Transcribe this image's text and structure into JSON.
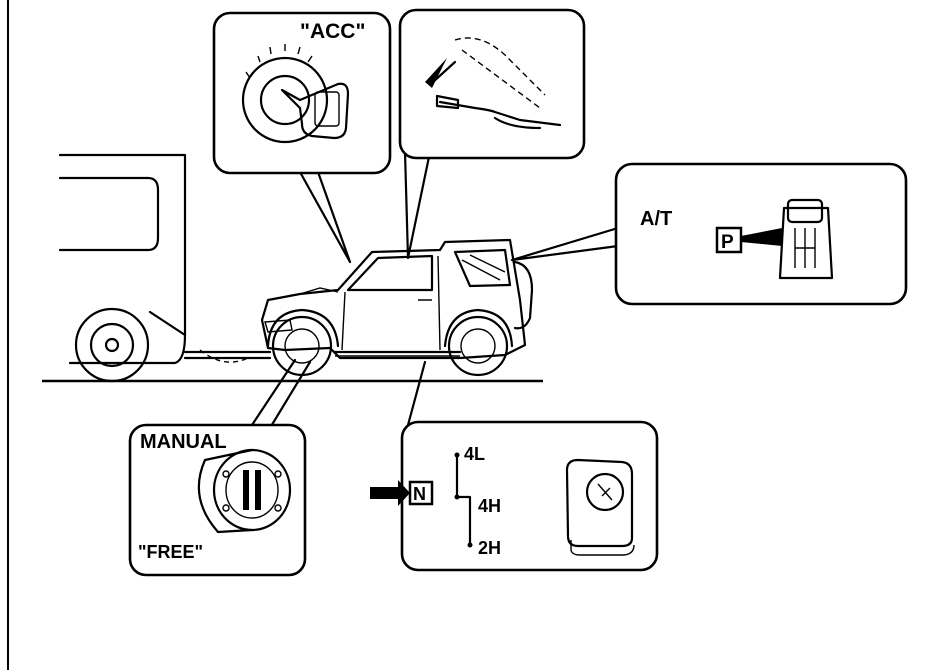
{
  "colors": {
    "ink": "#000000",
    "paper": "#ffffff"
  },
  "labels": {
    "ignition_position": "\"ACC\"",
    "transmission": "A/T",
    "park_gear": "P",
    "hub_type": "MANUAL",
    "hub_position": "\"FREE\"",
    "transfer_neutral": "N",
    "transfer_4l": "4L",
    "transfer_4h": "4H",
    "transfer_2h": "2H"
  },
  "icons": [
    "ignition-key-icon",
    "parking-brake-lever-icon",
    "shift-gate-icon",
    "free-wheel-hub-icon",
    "transfer-lever-icon",
    "arrow-right-icon"
  ]
}
